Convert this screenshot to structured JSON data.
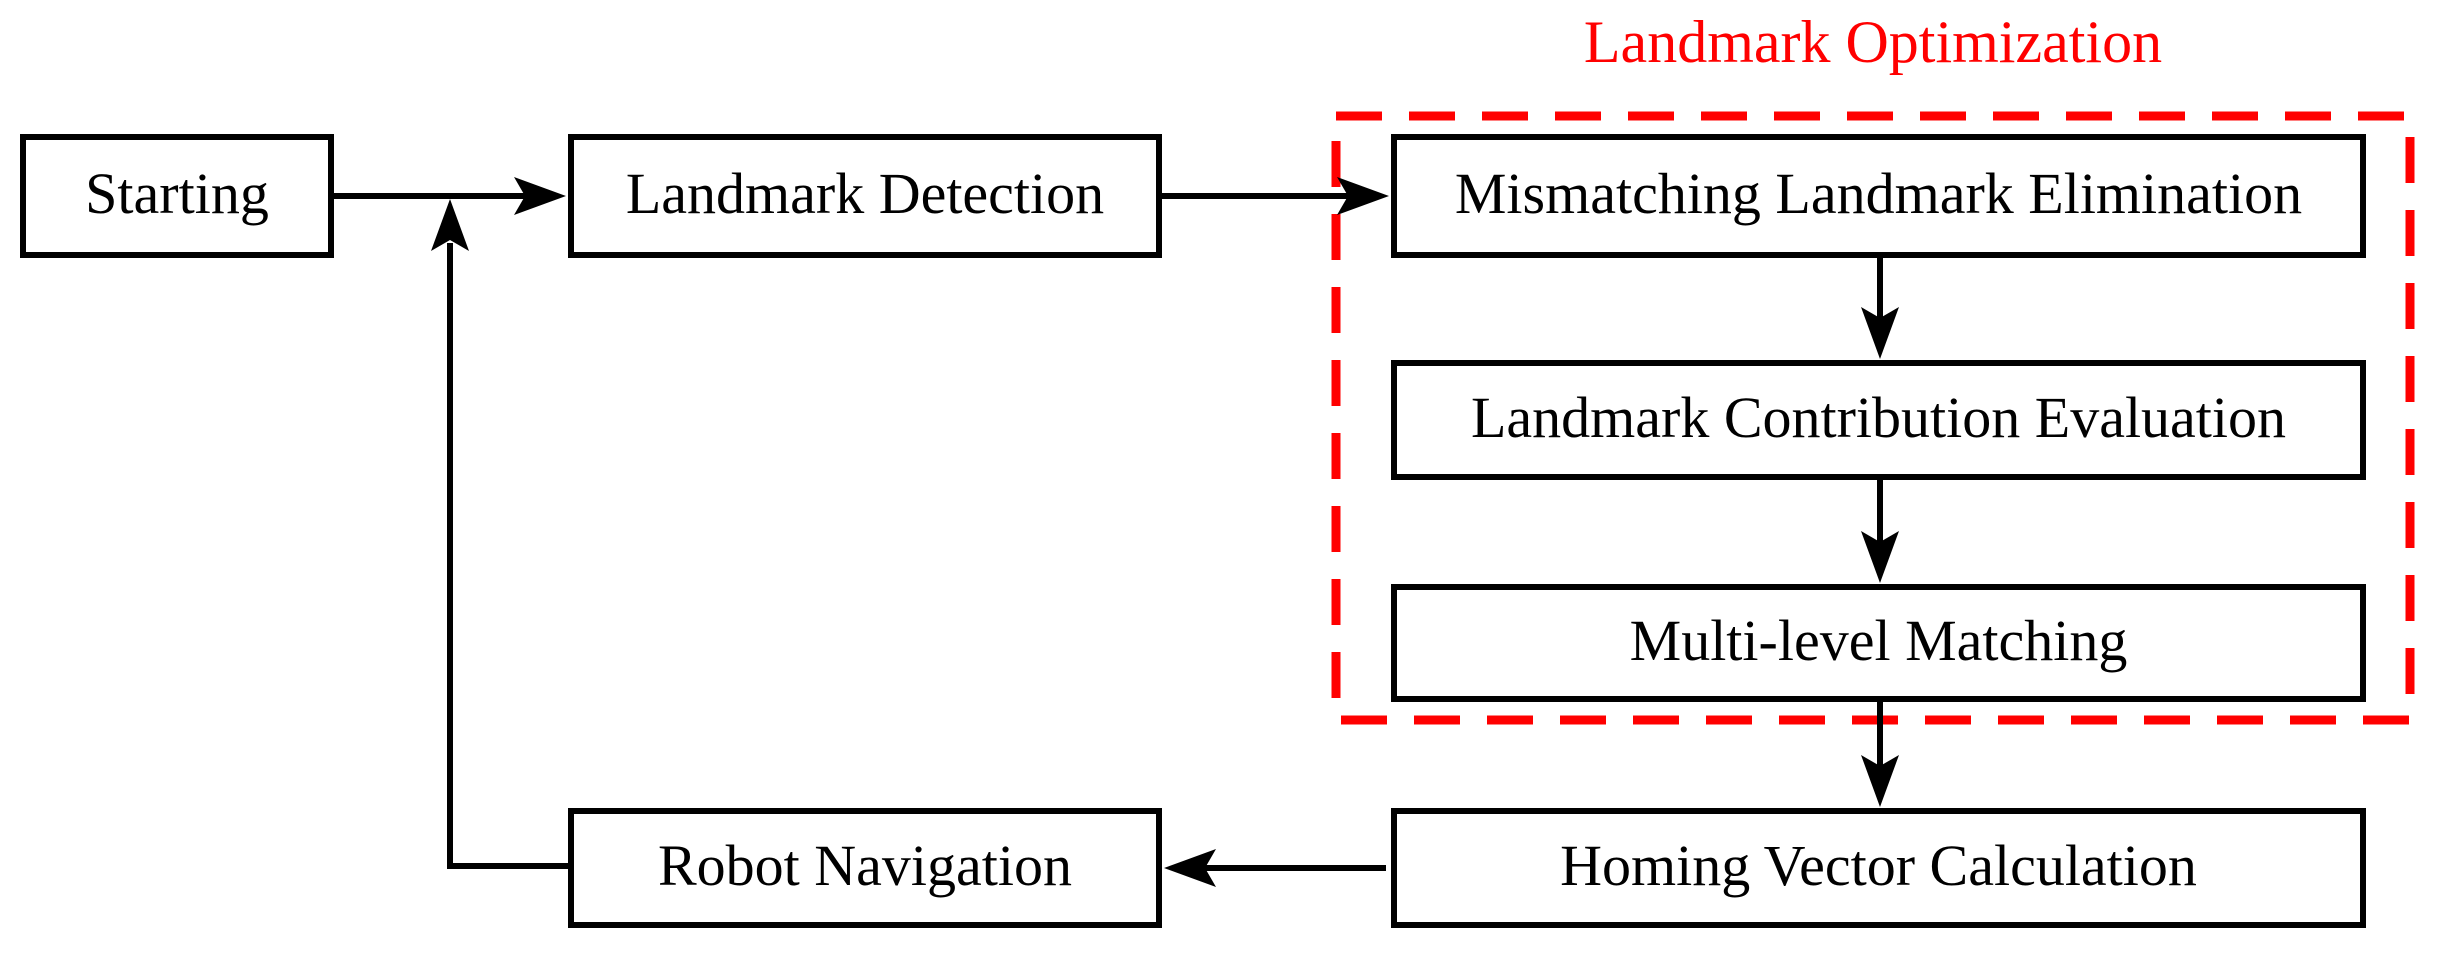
{
  "diagram": {
    "type": "flowchart",
    "background_color": "#ffffff",
    "line_color": "#000000",
    "box_border_color": "#000000",
    "box_fill_color": "#ffffff",
    "accent_red": "#ff0000",
    "group": {
      "label": "Landmark Optimization",
      "label_color": "#ff0000",
      "border_color": "#ff0000",
      "border_style": "dashed",
      "members": [
        "mismatching-landmark-elimination",
        "landmark-contribution-evaluation",
        "multi-level-matching"
      ]
    },
    "nodes": [
      {
        "id": "starting",
        "label": "Starting"
      },
      {
        "id": "landmark-detection",
        "label": "Landmark Detection"
      },
      {
        "id": "mismatching-landmark-elimination",
        "label": "Mismatching Landmark Elimination"
      },
      {
        "id": "landmark-contribution-evaluation",
        "label": "Landmark Contribution Evaluation"
      },
      {
        "id": "multi-level-matching",
        "label": "Multi-level Matching"
      },
      {
        "id": "homing-vector-calculation",
        "label": "Homing Vector Calculation"
      },
      {
        "id": "robot-navigation",
        "label": "Robot Navigation"
      }
    ],
    "edges": [
      {
        "from": "starting",
        "to": "landmark-detection",
        "direction": "right"
      },
      {
        "from": "landmark-detection",
        "to": "mismatching-landmark-elimination",
        "direction": "right"
      },
      {
        "from": "mismatching-landmark-elimination",
        "to": "landmark-contribution-evaluation",
        "direction": "down"
      },
      {
        "from": "landmark-contribution-evaluation",
        "to": "multi-level-matching",
        "direction": "down"
      },
      {
        "from": "multi-level-matching",
        "to": "homing-vector-calculation",
        "direction": "down"
      },
      {
        "from": "homing-vector-calculation",
        "to": "robot-navigation",
        "direction": "left"
      },
      {
        "from": "robot-navigation",
        "to": "starting-to-landmark-detection-line",
        "direction": "up"
      }
    ]
  }
}
